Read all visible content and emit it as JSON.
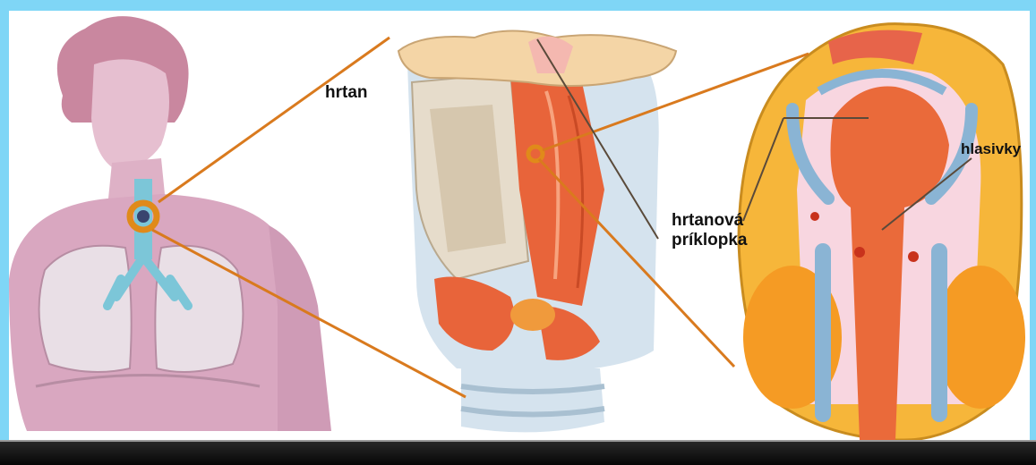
{
  "labels": {
    "larynx": "hrtan",
    "epiglottis_line1": "hrtanová",
    "epiglottis_line2": "príklopka",
    "vocal_cords": "hlasivky"
  },
  "colors": {
    "background_frame": "#7fd6f6",
    "callout_line": "#d97a1e",
    "torso": "#d9a7c0",
    "trachea": "#7cc6d8",
    "muscle": "#e8643a",
    "cartilage": "#e6e2da",
    "tissue_fat": "#f6b63a"
  }
}
